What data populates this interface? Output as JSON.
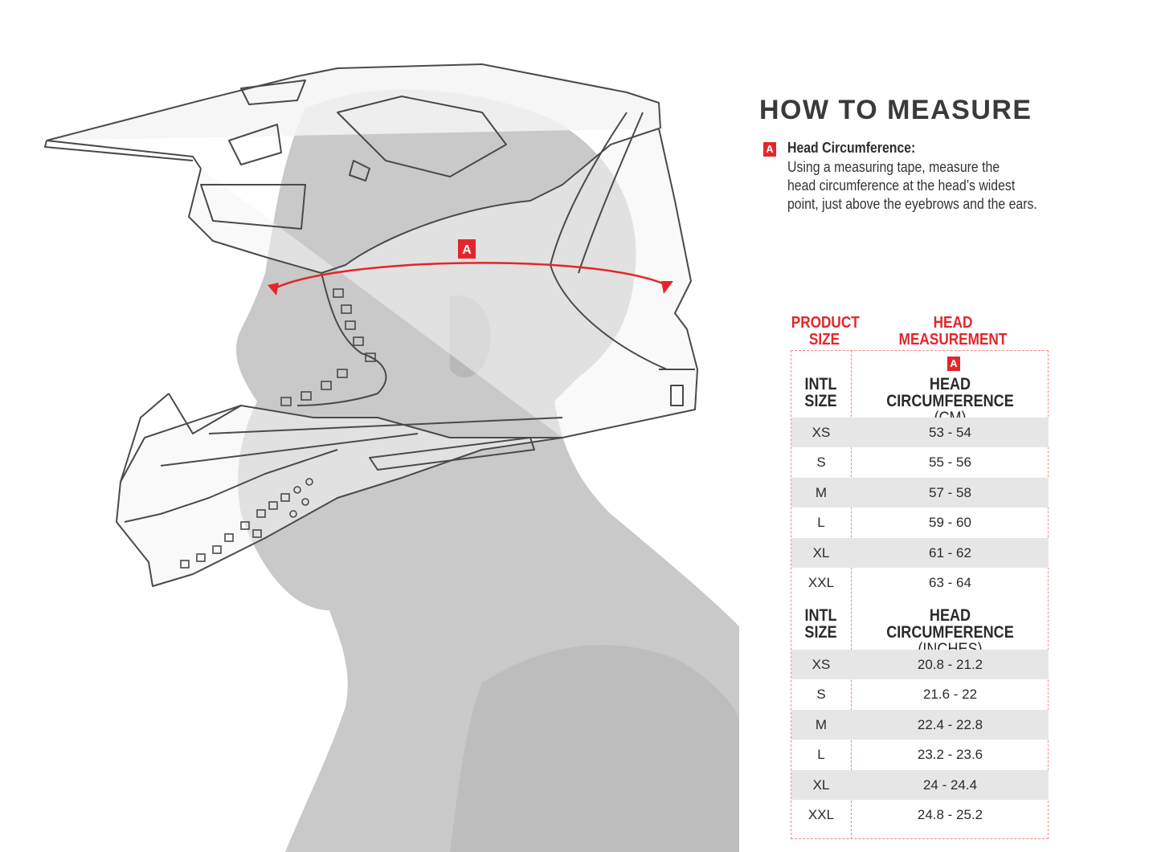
{
  "illustration": {
    "marker_label": "A",
    "accent_color": "#e3262b"
  },
  "instructions": {
    "title": "HOW TO MEASURE",
    "badge": "A",
    "heading": "Head Circumference:",
    "lines": [
      "Using a measuring tape, measure the",
      "head circumference at the head’s widest",
      "point, just above the eyebrows and the ears."
    ]
  },
  "table": {
    "col_product": [
      "PRODUCT",
      "SIZE"
    ],
    "col_head": [
      "HEAD",
      "MEASUREMENT"
    ],
    "badge": "A",
    "groups": [
      {
        "size_label": [
          "INTL",
          "SIZE"
        ],
        "measure_label": [
          "HEAD CIRCUMFERENCE",
          "(CM)"
        ],
        "rows": [
          {
            "size": "XS",
            "value": "53 - 54"
          },
          {
            "size": "S",
            "value": "55 - 56"
          },
          {
            "size": "M",
            "value": "57 - 58"
          },
          {
            "size": "L",
            "value": "59 - 60"
          },
          {
            "size": "XL",
            "value": "61 - 62"
          },
          {
            "size": "XXL",
            "value": "63 - 64"
          }
        ]
      },
      {
        "size_label": [
          "INTL",
          "SIZE"
        ],
        "measure_label": [
          "HEAD CIRCUMFERENCE",
          "(INCHES)"
        ],
        "rows": [
          {
            "size": "XS",
            "value": "20.8 - 21.2"
          },
          {
            "size": "S",
            "value": "21.6 - 22"
          },
          {
            "size": "M",
            "value": "22.4 - 22.8"
          },
          {
            "size": "L",
            "value": "23.2 - 23.6"
          },
          {
            "size": "XL",
            "value": "24 - 24.4"
          },
          {
            "size": "XXL",
            "value": "24.8 - 25.2"
          }
        ]
      }
    ]
  }
}
